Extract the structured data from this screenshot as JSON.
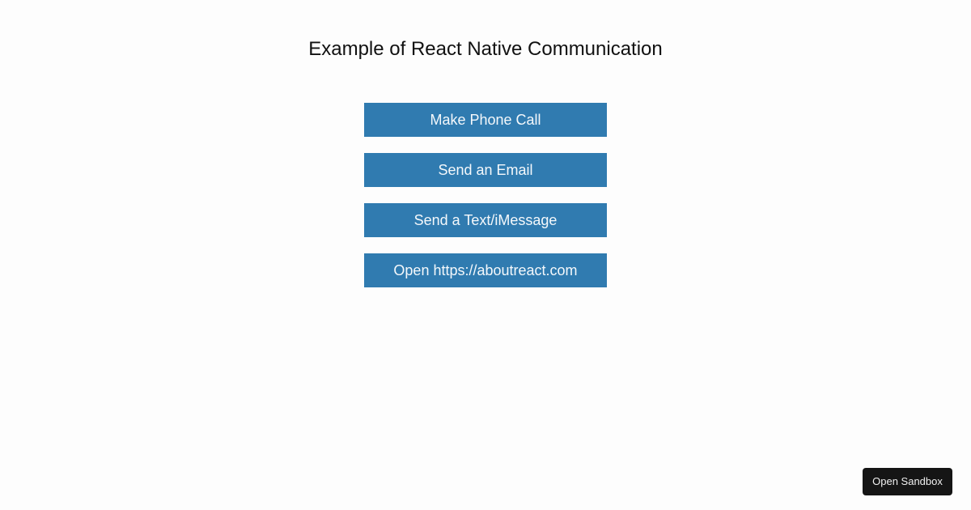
{
  "header": {
    "title": "Example of React Native Communication"
  },
  "actions": [
    {
      "label": "Make Phone Call"
    },
    {
      "label": "Send an Email"
    },
    {
      "label": "Send a Text/iMessage"
    },
    {
      "label": "Open https://aboutreact.com"
    }
  ],
  "footer": {
    "sandbox_label": "Open Sandbox"
  },
  "colors": {
    "button_bg": "#307bb0",
    "button_text": "#ffffff",
    "sandbox_bg": "#151515",
    "page_bg": "#fdfdfd"
  }
}
